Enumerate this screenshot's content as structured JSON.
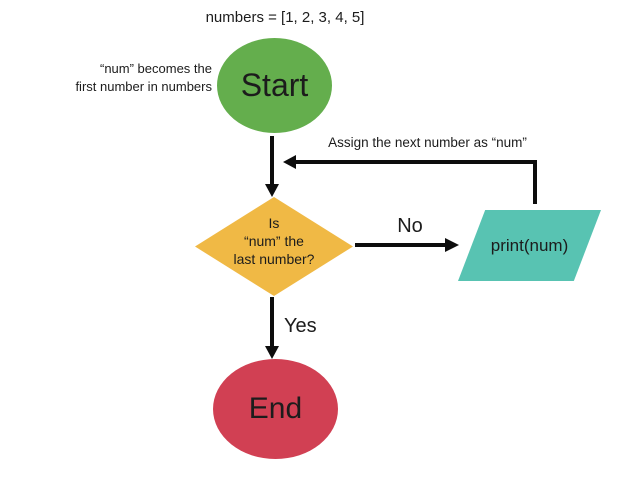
{
  "colors": {
    "background": "#ffffff",
    "text": "#1c1c1c",
    "arrow": "#0d0d0d",
    "start_fill": "#64ae4d",
    "decision_fill": "#f0b945",
    "process_fill": "#58c3b2",
    "end_fill": "#d14053"
  },
  "flowchart": {
    "top_label": "numbers = [1, 2, 3, 4, 5]",
    "start_annotation": {
      "line1": "“num” becomes the",
      "line2": "first number in numbers"
    },
    "loop_label": "Assign the next number as “num”",
    "start_node": {
      "label": "Start"
    },
    "decision_node": {
      "line1": "Is",
      "line2": "“num” the",
      "line3": "last number?"
    },
    "no_label": "No",
    "process_node": {
      "label": "print(num)"
    },
    "yes_label": "Yes",
    "end_node": {
      "label": "End"
    }
  }
}
